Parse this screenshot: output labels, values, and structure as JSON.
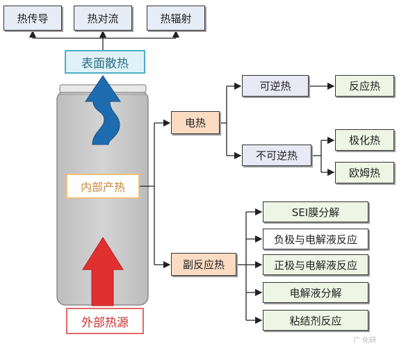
{
  "dissipation": {
    "conduction": "热传导",
    "convection": "热对流",
    "radiation": "热辐射"
  },
  "surface_heat": "表面散热",
  "internal_heat": "内部产热",
  "external_heat": "外部热源",
  "electric_heat": {
    "label": "电热",
    "reversible": {
      "label": "可逆热",
      "children": [
        "反应热"
      ]
    },
    "irreversible": {
      "label": "不可逆热",
      "children": [
        "极化热",
        "欧姆热"
      ]
    }
  },
  "side_reaction_heat": {
    "label": "副反应热",
    "children": [
      "SEI膜分解",
      "负极与电解液反应",
      "正极与电解液反应",
      "电解液分解",
      "粘结剂反应"
    ]
  },
  "watermark": "广 化研"
}
